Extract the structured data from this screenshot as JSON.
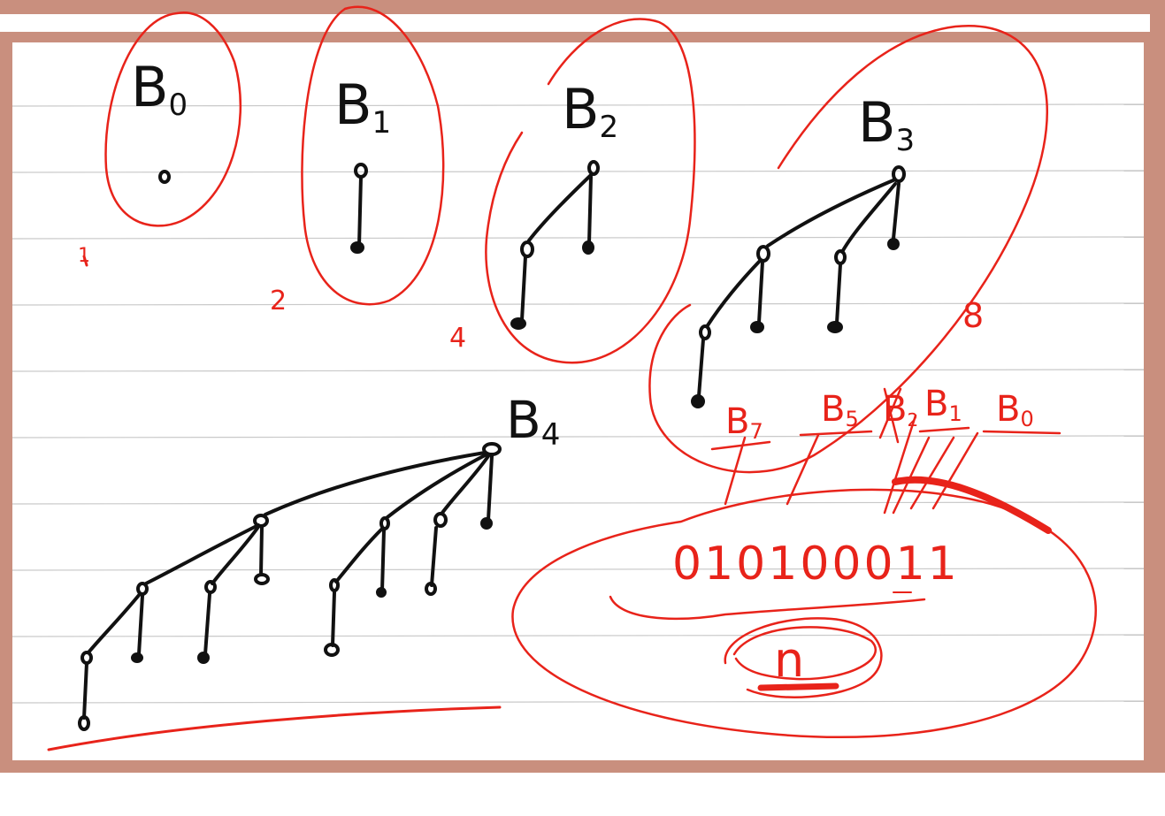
{
  "frame": {
    "border_color": "#c98f7e",
    "rule_color": "#c9c9c9",
    "ink_color": "#111111",
    "marker_color": "#e8231a"
  },
  "trees": {
    "b0": {
      "label": "B",
      "sub": "0"
    },
    "b1": {
      "label": "B",
      "sub": "1"
    },
    "b2": {
      "label": "B",
      "sub": "2"
    },
    "b3": {
      "label": "B",
      "sub": "3"
    },
    "b4": {
      "label": "B",
      "sub": "4"
    }
  },
  "counts": {
    "b0": "1",
    "b1": "2",
    "b2": "4",
    "b3": "8"
  },
  "slots": [
    {
      "label": "B",
      "sub": "7"
    },
    {
      "label": "B",
      "sub": "5"
    },
    {
      "label": "B",
      "sub": "2"
    },
    {
      "label": "B",
      "sub": "1"
    },
    {
      "label": "B",
      "sub": "0"
    }
  ],
  "binary": "010100011",
  "n_label": "n"
}
